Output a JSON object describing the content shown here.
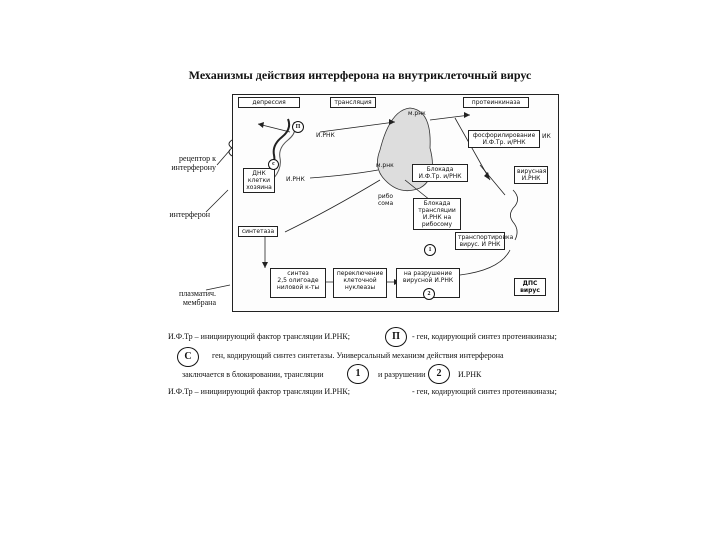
{
  "title": "Механизмы действия интерферона на внутриклеточный вирус",
  "diagram": {
    "top_labels": [
      "депрессия",
      "трансляция",
      "протеинкиназа"
    ],
    "pk_box": "фосфорилирование\nИ.Ф.Тр. и/РНК",
    "pk_side": "ИК",
    "irnk1": "И.РНК",
    "irnk2": "И.РНК",
    "mrna_top": "м.рнк",
    "mrna_mid": "м.рнк",
    "dnk_box": "ДНК\nклетки\nхозяина",
    "block_box": "Блокада\nИ.Ф.Тр. и/РНК",
    "ribosome": "рибо\nсома",
    "block2_box": "Блокада\nтрансляции\nИ.РНК на\nрибосому",
    "synthetase": "синтетаза",
    "virus_mrna": "вирусная\nИ.РНК",
    "transport": "транспортировка\nвирус. И РНК",
    "bottom_boxes": [
      "синтез\n2,5 олигоаде\nниловой к-ты",
      "переключение\nклеточной\nнуклеазы",
      "на разрушение\nвирусной И.РНК"
    ],
    "dps": "ДПС\nвирус",
    "marker_P": "П",
    "marker_C": "с",
    "marker_1": "1",
    "marker_2": "2"
  },
  "outside_labels": {
    "receptor": "рецептор к\nинтерферону",
    "interferon": "интерферон",
    "membrane": "плазматич.\nмембрана"
  },
  "legend": {
    "line1_a": "И.Ф.Тр – инициирующий фактор трансляции И.РНК;",
    "line1_circle": "П",
    "line1_b": "- ген, кодирующий синтез протеинкиназы;",
    "line2_circle": "С",
    "line2_b": "ген, кодирующий синтез синтетазы. Универсальный механизм действия интерферона",
    "line3_a": "заключается в блокировании, трансляции",
    "line3_c1": "1",
    "line3_b": "и разрушении",
    "line3_c2": "2",
    "line3_c": "И.РНК",
    "line4_a": "И.Ф.Тр – инициирующий фактор трансляции И.РНК;",
    "line4_b": "- ген, кодирующий синтез протеинкиназы;"
  }
}
